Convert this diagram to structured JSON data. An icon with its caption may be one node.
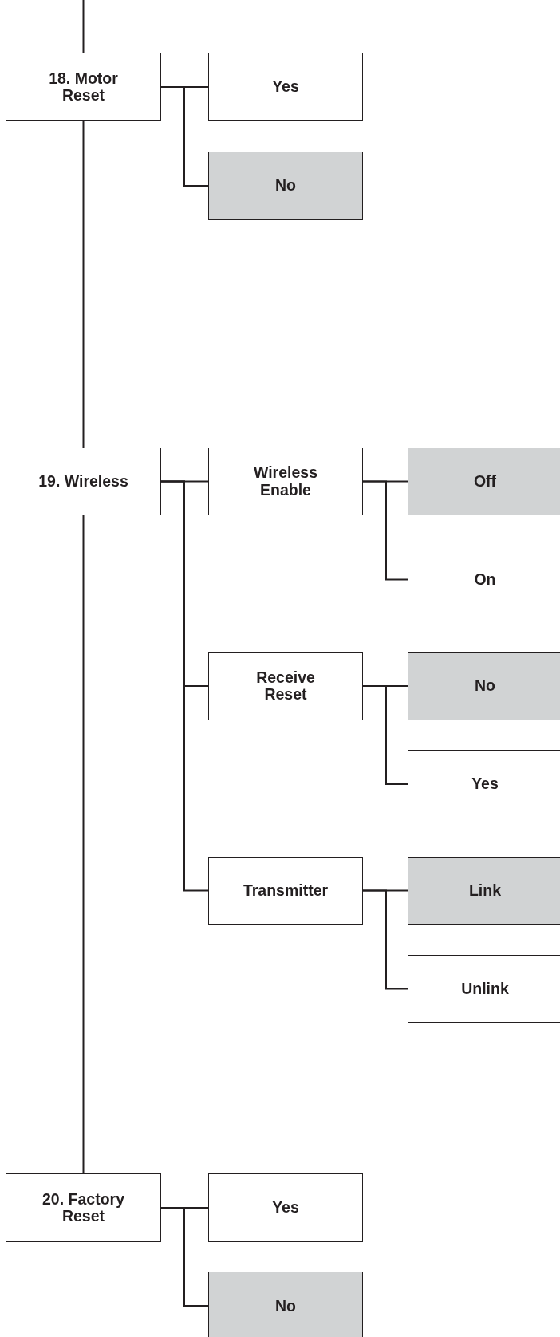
{
  "diagram": {
    "nodes": [
      {
        "text": [
          "18. Motor Reset"
        ]
      },
      {
        "text": [
          "Yes"
        ]
      },
      {
        "text": [
          "No"
        ]
      },
      {
        "text": [
          "19. Wireless"
        ]
      },
      {
        "text": [
          "Wireless Enable"
        ]
      },
      {
        "text": [
          "Off"
        ]
      },
      {
        "text": [
          "On"
        ]
      },
      {
        "text": [
          "Receive Reset"
        ]
      },
      {
        "text": [
          "No"
        ]
      },
      {
        "text": [
          "Yes"
        ]
      },
      {
        "text": [
          "Transmitter"
        ]
      },
      {
        "text": [
          "Link"
        ]
      },
      {
        "text": [
          "Unlink"
        ]
      },
      {
        "text": [
          "20. Factory Reset"
        ]
      },
      {
        "text": [
          "Yes"
        ]
      },
      {
        "text": [
          "No"
        ]
      }
    ],
    "edges": [
      {
        "from": null,
        "to": 0,
        "arrow": "none"
      },
      {
        "from": 0,
        "to": 1,
        "arrow": "none"
      },
      {
        "from": 0,
        "to": 2,
        "arrow": "none"
      },
      {
        "from": 0,
        "to": 3,
        "arrow": "none"
      },
      {
        "from": 3,
        "to": 4,
        "arrow": "none"
      },
      {
        "from": 4,
        "to": 5,
        "arrow": "none"
      },
      {
        "from": 4,
        "to": 6,
        "arrow": "none"
      },
      {
        "from": 3,
        "to": 7,
        "arrow": "none"
      },
      {
        "from": 7,
        "to": 8,
        "arrow": "none"
      },
      {
        "from": 7,
        "to": 9,
        "arrow": "none"
      },
      {
        "from": 3,
        "to": 10,
        "arrow": "none"
      },
      {
        "from": 10,
        "to": 11,
        "arrow": "none"
      },
      {
        "from": 10,
        "to": 12,
        "arrow": "none"
      },
      {
        "from": 3,
        "to": 13,
        "arrow": "none"
      },
      {
        "from": 13,
        "to": 14,
        "arrow": "none"
      },
      {
        "from": 13,
        "to": 15,
        "arrow": "none"
      }
    ]
  }
}
